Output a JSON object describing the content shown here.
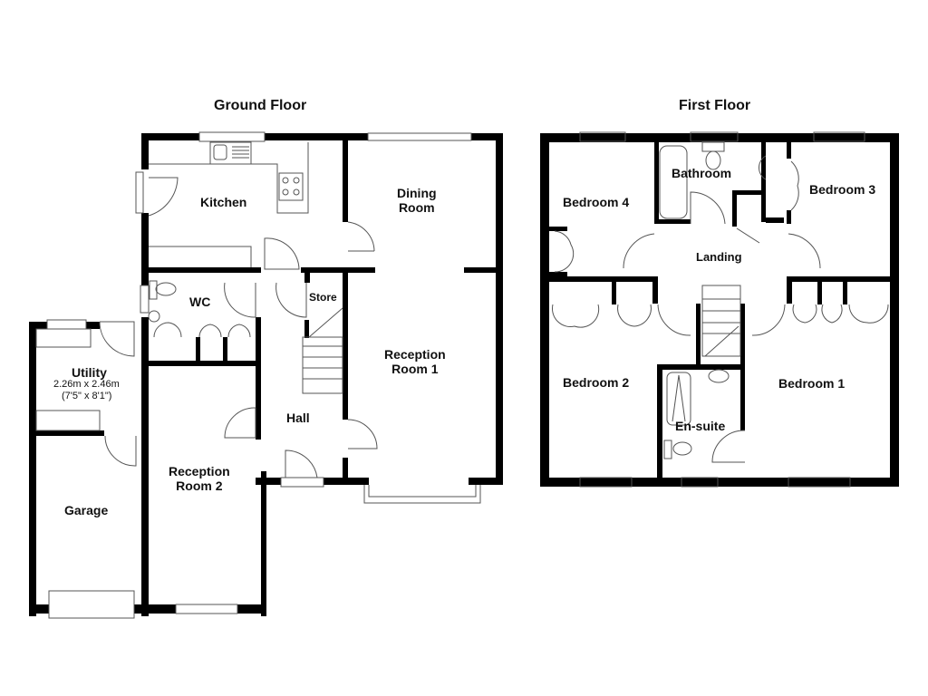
{
  "ground_floor": {
    "title": "Ground Floor",
    "rooms": {
      "kitchen": "Kitchen",
      "dining_room": [
        "Dining",
        "Room"
      ],
      "wc": "WC",
      "store": "Store",
      "utility": "Utility",
      "utility_dims_metric": "2.26m x 2.46m",
      "utility_dims_imperial": "(7'5\" x 8'1\")",
      "reception_room_1": [
        "Reception",
        "Room 1"
      ],
      "hall": "Hall",
      "reception_room_2": [
        "Reception",
        "Room 2"
      ],
      "garage": "Garage"
    }
  },
  "first_floor": {
    "title": "First Floor",
    "rooms": {
      "bathroom": "Bathroom",
      "bedroom_4": "Bedroom 4",
      "bedroom_3": "Bedroom 3",
      "landing": "Landing",
      "bedroom_2": "Bedroom 2",
      "bedroom_1": "Bedroom 1",
      "en_suite": "En-suite"
    }
  },
  "colors": {
    "wall": "#000000",
    "fixture": "#555555",
    "background": "#ffffff"
  }
}
